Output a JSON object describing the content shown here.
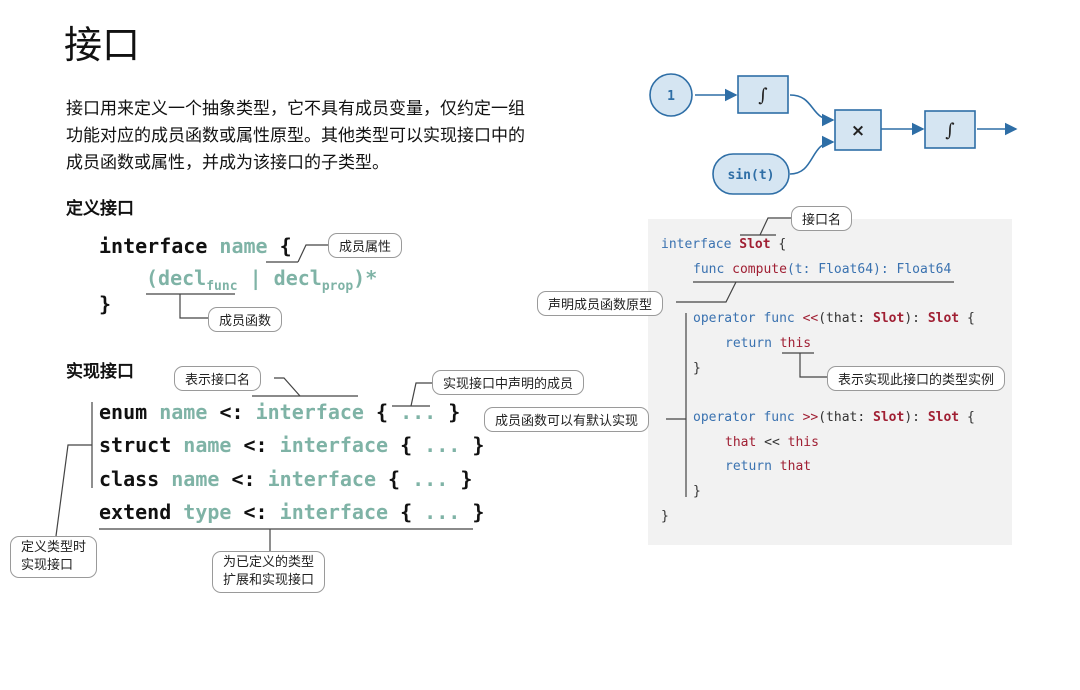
{
  "title": "接口",
  "intro": [
    "接口用来定义一个抽象类型，它不具有成员变量，仅约定一组",
    "功能对应的成员函数或属性原型。其他类型可以实现接口中的",
    "成员函数或属性，并成为该接口的子类型。"
  ],
  "define": {
    "heading": "定义接口",
    "kw_interface": "interface",
    "name": "name",
    "brace_open": "{",
    "decl_open": "(decl",
    "sub_func": "func",
    "bar": "|",
    "decl2": "decl",
    "sub_prop": "prop",
    "decl_close": ")*",
    "brace_close": "}",
    "tag_prop": "成员属性",
    "tag_func": "成员函数"
  },
  "implement": {
    "heading": "实现接口",
    "rows": [
      {
        "kw": "enum",
        "name": "name",
        "op": "<:",
        "iface": "interface",
        "ob": "{",
        "dots": "...",
        "cb": "}"
      },
      {
        "kw": "struct",
        "name": "name",
        "op": "<:",
        "iface": "interface",
        "ob": "{",
        "dots": "...",
        "cb": "}"
      },
      {
        "kw": "class",
        "name": "name",
        "op": "<:",
        "iface": "interface",
        "ob": "{",
        "dots": "...",
        "cb": "}"
      },
      {
        "kw": "extend",
        "name": "type",
        "op": "<:",
        "iface": "interface",
        "ob": "{",
        "dots": "...",
        "cb": "}"
      }
    ],
    "tag_name": "表示接口名",
    "tag_members": "实现接口中声明的成员",
    "tag_define": [
      "定义类型时",
      "实现接口"
    ],
    "tag_extend": [
      "为已定义的类型",
      "扩展和实现接口"
    ]
  },
  "flow": {
    "const": "1",
    "integral": "∫",
    "multiply": "×",
    "sin": "sin(t)"
  },
  "code": {
    "l1_kw": "interface",
    "l1_name": "Slot",
    "l1_brace": "{",
    "l2_kw": "func",
    "l2_fn": "compute",
    "l2_args": "(t: Float64): Float64",
    "l3_kw": "operator func",
    "l3_op": "<<",
    "l3_p1": "(that: ",
    "l3_t1": "Slot",
    "l3_p2": "): ",
    "l3_t2": "Slot",
    "l3_b": "{",
    "l4_kw": "return",
    "l4_this": "this",
    "l5": "}",
    "l6_kw": "operator func",
    "l6_op": ">>",
    "l6_p1": "(that: ",
    "l6_t1": "Slot",
    "l6_p2": "): ",
    "l6_t2": "Slot",
    "l6_b": "{",
    "l7_a": "that",
    "l7_op": "<<",
    "l7_b": "this",
    "l8_kw": "return",
    "l8_v": "that",
    "l9": "}",
    "l10": "}",
    "tag_name": "接口名",
    "tag_decl": "声明成员函数原型",
    "tag_this": "表示实现此接口的类型实例",
    "tag_default": "成员函数可以有默认实现"
  },
  "colors": {
    "accent_green": "#7fb3a6",
    "flow_blue": "#2e6ea6",
    "flow_fill": "#d5e5f2",
    "code_red": "#a01f33",
    "code_blue": "#3a72b0"
  }
}
